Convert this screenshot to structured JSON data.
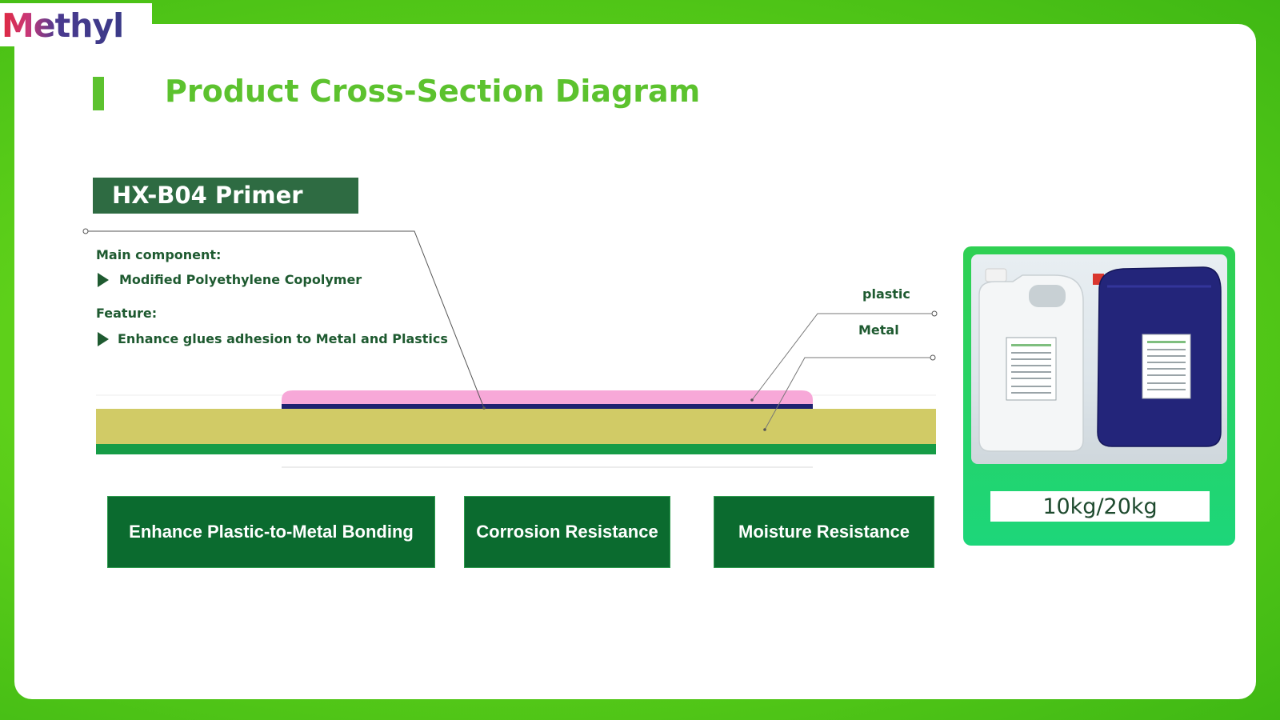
{
  "brand": {
    "logo_text": "Methyl"
  },
  "page": {
    "title": "Product Cross-Section Diagram"
  },
  "product": {
    "name": "HX-B04 Primer",
    "main_component_label": "Main component:",
    "main_component_value": "Modified Polyethylene Copolymer",
    "feature_label": "Feature:",
    "feature_value": "Enhance glues adhesion to Metal and Plastics"
  },
  "diagram": {
    "layer_labels": {
      "plastic": "plastic",
      "metal": "Metal"
    },
    "colors": {
      "plastic_layer": "#f7a8d8",
      "primer_layer": "#1f2270",
      "metal_layer": "#d1cb66",
      "base_layer": "#169c46",
      "leader_line": "#555555"
    }
  },
  "benefits": [
    {
      "label": "Enhance Plastic-to-Metal Bonding"
    },
    {
      "label": "Corrosion Resistance"
    },
    {
      "label": "Moisture Resistance"
    }
  ],
  "packaging": {
    "weight": "10kg/20kg"
  },
  "colors": {
    "accent_green": "#5cc22e",
    "dark_green": "#0b6b2f",
    "badge_green": "#2e6b42"
  }
}
